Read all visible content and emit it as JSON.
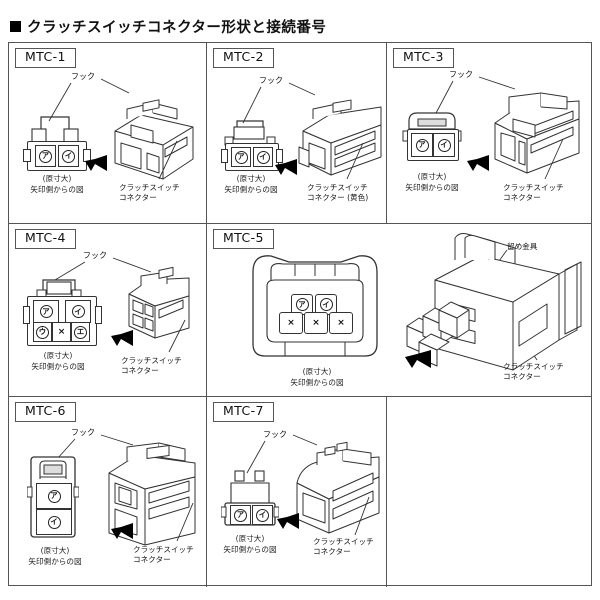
{
  "heading": {
    "bullet": "black-square",
    "title": "クラッチスイッチコネクター形状と接続番号"
  },
  "common_labels": {
    "hook": "フック",
    "actual_size": "(原寸大)",
    "view_from_arrow": "矢印側からの図",
    "connector_line1": "クラッチスイッチ",
    "connector_line2": "コネクター",
    "retaining_clip": "留め金具"
  },
  "cells": [
    {
      "id": "MTC-1",
      "hook_label": "フック",
      "caption_line1": "(原寸大)",
      "caption_line2": "矢印側からの図",
      "connector_line1": "クラッチスイッチ",
      "connector_line2": "コネクター",
      "pins": [
        {
          "row": 0,
          "col": 0,
          "symbol": "ア",
          "type": "circled"
        },
        {
          "row": 0,
          "col": 1,
          "symbol": "イ",
          "type": "circled"
        }
      ]
    },
    {
      "id": "MTC-2",
      "hook_label": "フック",
      "caption_line1": "(原寸大)",
      "caption_line2": "矢印側からの図",
      "connector_line1": "クラッチスイッチ",
      "connector_line2": "コネクター (黄色)",
      "pins": [
        {
          "row": 0,
          "col": 0,
          "symbol": "ア",
          "type": "circled"
        },
        {
          "row": 0,
          "col": 1,
          "symbol": "イ",
          "type": "circled"
        }
      ]
    },
    {
      "id": "MTC-3",
      "hook_label": "フック",
      "caption_line1": "(原寸大)",
      "caption_line2": "矢印側からの図",
      "connector_line1": "クラッチスイッチ",
      "connector_line2": "コネクター",
      "pins": [
        {
          "row": 0,
          "col": 0,
          "symbol": "ア",
          "type": "circled"
        },
        {
          "row": 0,
          "col": 1,
          "symbol": "イ",
          "type": "circled"
        }
      ]
    },
    {
      "id": "MTC-4",
      "hook_label": "フック",
      "caption_line1": "(原寸大)",
      "caption_line2": "矢印側からの図",
      "connector_line1": "クラッチスイッチ",
      "connector_line2": "コネクター",
      "pins": [
        {
          "row": 0,
          "col": 0,
          "symbol": "ア",
          "type": "circled"
        },
        {
          "row": 0,
          "col": 1,
          "symbol": "イ",
          "type": "circled"
        },
        {
          "row": 1,
          "col": 0,
          "symbol": "ウ",
          "type": "circled"
        },
        {
          "row": 1,
          "col": 1,
          "symbol": "×",
          "type": "blank"
        },
        {
          "row": 1,
          "col": 2,
          "symbol": "エ",
          "type": "circled"
        }
      ]
    },
    {
      "id": "MTC-5",
      "hook_label": "",
      "caption_line1": "(原寸大)",
      "caption_line2": "矢印側からの図",
      "connector_line1": "クラッチスイッチ",
      "connector_line2": "コネクター",
      "retaining_clip": "留め金具",
      "pins": [
        {
          "row": 0,
          "col": 0,
          "symbol": "ア",
          "type": "circled"
        },
        {
          "row": 0,
          "col": 1,
          "symbol": "イ",
          "type": "circled"
        },
        {
          "row": 1,
          "col": 0,
          "symbol": "×",
          "type": "blank"
        },
        {
          "row": 1,
          "col": 1,
          "symbol": "×",
          "type": "blank"
        },
        {
          "row": 1,
          "col": 2,
          "symbol": "×",
          "type": "blank"
        }
      ]
    },
    {
      "id": "MTC-6",
      "hook_label": "フック",
      "caption_line1": "(原寸大)",
      "caption_line2": "矢印側からの図",
      "connector_line1": "クラッチスイッチ",
      "connector_line2": "コネクター",
      "pins": [
        {
          "row": 0,
          "col": 0,
          "symbol": "ア",
          "type": "circled"
        },
        {
          "row": 1,
          "col": 0,
          "symbol": "イ",
          "type": "circled"
        }
      ]
    },
    {
      "id": "MTC-7",
      "hook_label": "フック",
      "caption_line1": "(原寸大)",
      "caption_line2": "矢印側からの図",
      "connector_line1": "クラッチスイッチ",
      "connector_line2": "コネクター",
      "pins": [
        {
          "row": 0,
          "col": 0,
          "symbol": "ア",
          "type": "circled"
        },
        {
          "row": 0,
          "col": 1,
          "symbol": "イ",
          "type": "circled"
        }
      ]
    }
  ],
  "colors": {
    "line": "#555555",
    "ink": "#333333",
    "background": "#ffffff"
  }
}
